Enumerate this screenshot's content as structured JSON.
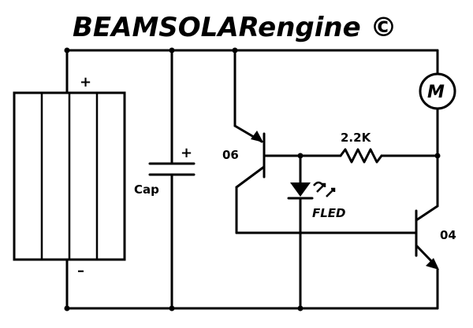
{
  "title": "BEAMSOLARengine ©",
  "labels": {
    "capacitor": "Cap",
    "cap_plus": "+",
    "solar_plus": "+",
    "solar_minus": "–",
    "transistor_top": "06",
    "transistor_bottom": "04",
    "resistor": "2.2K",
    "led": "FLED",
    "motor": "M"
  },
  "icons": [
    "solar-panel-icon",
    "capacitor-icon",
    "transistor-icon",
    "resistor-icon",
    "led-icon",
    "motor-icon"
  ]
}
